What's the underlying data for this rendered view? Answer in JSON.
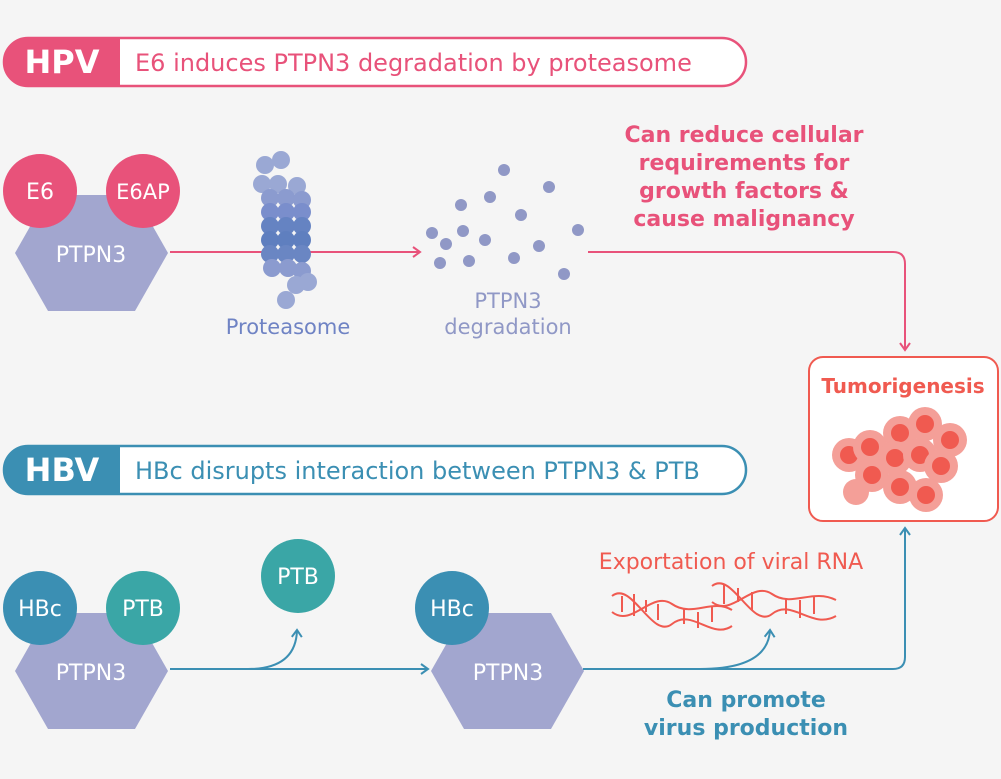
{
  "colors": {
    "hpv": "#e8527a",
    "hbv": "#3b8fb3",
    "hexagon": "#a2a6cf",
    "proteasome_light": "#9aa8d4",
    "proteasome_dark": "#5f7fbf",
    "dots": "#9098c6",
    "tumor": "#f05a50",
    "tumor_light": "#f49f98",
    "ptb": "#3aa6a6",
    "hbc": "#3b8fb3",
    "background": "#f5f5f5"
  },
  "hpv": {
    "tag": "HPV",
    "title": "E6 induces PTPN3 degradation by proteasome",
    "e6": "E6",
    "e6ap": "E6AP",
    "ptpn3": "PTPN3",
    "proteasome": "Proteasome",
    "degradation_line1": "PTPN3",
    "degradation_line2": "degradation",
    "effect": [
      "Can reduce cellular",
      "requirements for",
      "growth factors &",
      "cause malignancy"
    ]
  },
  "tumor": {
    "label": "Tumorigenesis"
  },
  "hbv": {
    "tag": "HBV",
    "title": "HBc disrupts interaction between PTPN3 & PTB",
    "hbc": "HBc",
    "ptb": "PTB",
    "ptpn3": "PTPN3",
    "ptb_released": "PTB",
    "hbc2": "HBc",
    "ptpn3_2": "PTPN3",
    "rna_label": "Exportation of viral RNA",
    "effect": [
      "Can promote",
      "virus production"
    ]
  }
}
